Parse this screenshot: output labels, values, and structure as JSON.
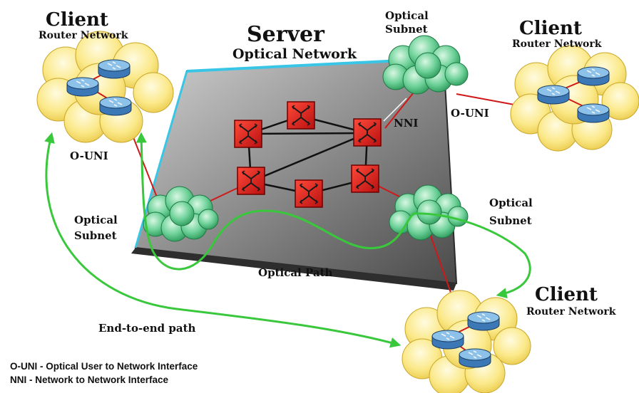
{
  "clients": {
    "left": {
      "title": "Client",
      "subtitle": "Router Network"
    },
    "right": {
      "title": "Client",
      "subtitle": "Router Network"
    },
    "bottom": {
      "title": "Client",
      "subtitle": "Router Network"
    }
  },
  "server": {
    "title": "Server",
    "subtitle": "Optical Network"
  },
  "subnets": {
    "top": {
      "line1": "Optical",
      "line2": "Subnet"
    },
    "left": {
      "line1": "Optical",
      "line2": "Subnet"
    },
    "right": {
      "line1": "Optical",
      "line2": "Subnet"
    }
  },
  "interfaces": {
    "ouni_left": "O-UNI",
    "ouni_right": "O-UNI",
    "nni": "NNI"
  },
  "paths": {
    "optical": "Optical Path",
    "end_to_end": "End-to-end path"
  },
  "legend": {
    "line1": "O-UNI - Optical User to Network Interface",
    "line2": "NNI - Network to Network Interface"
  },
  "colors": {
    "platform": "#707070",
    "platform_border": "#39c6e6",
    "switch": "#e5221c",
    "cloud_yellow": "#fbe98a",
    "cloud_green": "#6fd29a",
    "router": "#6aa8d8",
    "path_green": "#39c83c",
    "link_red": "#d01818"
  },
  "icons": [
    "optical-switch-icon",
    "router-icon",
    "cloud-icon",
    "arrow-icon"
  ]
}
